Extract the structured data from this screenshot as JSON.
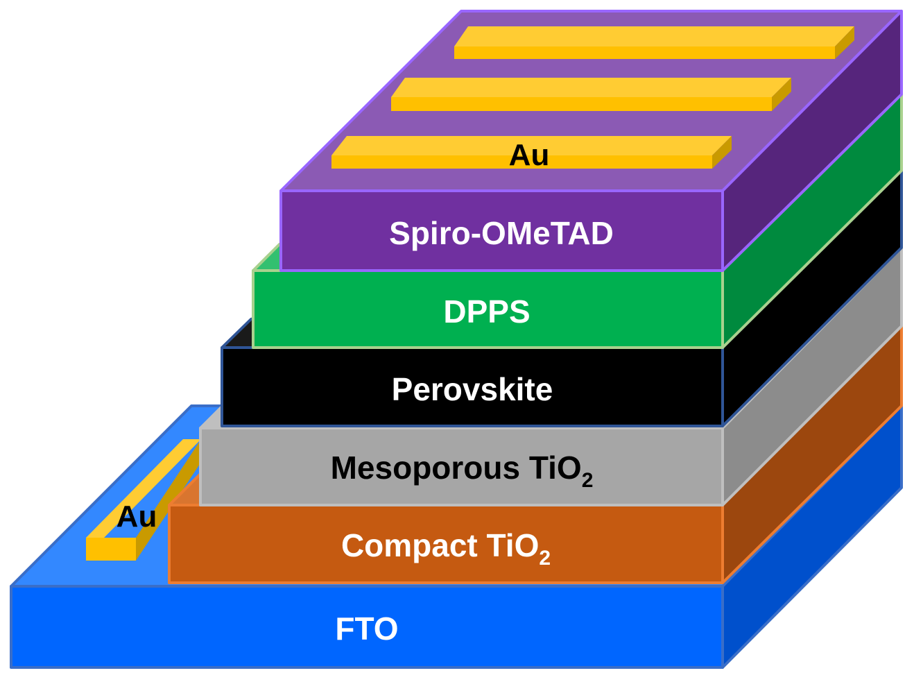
{
  "layers": [
    {
      "id": "fto",
      "label": "FTO",
      "subscript": "",
      "front": "#0066FF",
      "top": "#3388FF",
      "side": "#0050CC",
      "edge": "#3A6EC8",
      "label_color": "#FFFFFF"
    },
    {
      "id": "compact-tio2",
      "label": "Compact TiO",
      "subscript": "2",
      "front": "#C55A11",
      "top": "#D9752F",
      "side": "#9C470E",
      "edge": "#ED7D31",
      "label_color": "#FFFFFF"
    },
    {
      "id": "mesoporous-tio2",
      "label": "Mesoporous TiO",
      "subscript": "2",
      "front": "#A6A6A6",
      "top": "#BFBFBF",
      "side": "#8C8C8C",
      "edge": "#BFBFBF",
      "label_color": "#000000"
    },
    {
      "id": "perovskite",
      "label": "Perovskite",
      "subscript": "",
      "front": "#000000",
      "top": "#1A1A1A",
      "side": "#000000",
      "edge": "#2F5597",
      "label_color": "#FFFFFF"
    },
    {
      "id": "dpps",
      "label": "DPPS",
      "subscript": "",
      "front": "#00B050",
      "top": "#33C070",
      "side": "#008A3E",
      "edge": "#A9D18E",
      "label_color": "#FFFFFF"
    },
    {
      "id": "spiro-ometad",
      "label": "Spiro-OMeTAD",
      "subscript": "",
      "front": "#7030A0",
      "top": "#8B5AB4",
      "side": "#56257C",
      "edge": "#9966FF",
      "label_color": "#FFFFFF"
    }
  ],
  "electrodes": {
    "top_label": "Au",
    "bottom_label": "Au",
    "color_top": "#FFC000",
    "color_face": "#FFCC33",
    "color_side": "#C99A00"
  }
}
